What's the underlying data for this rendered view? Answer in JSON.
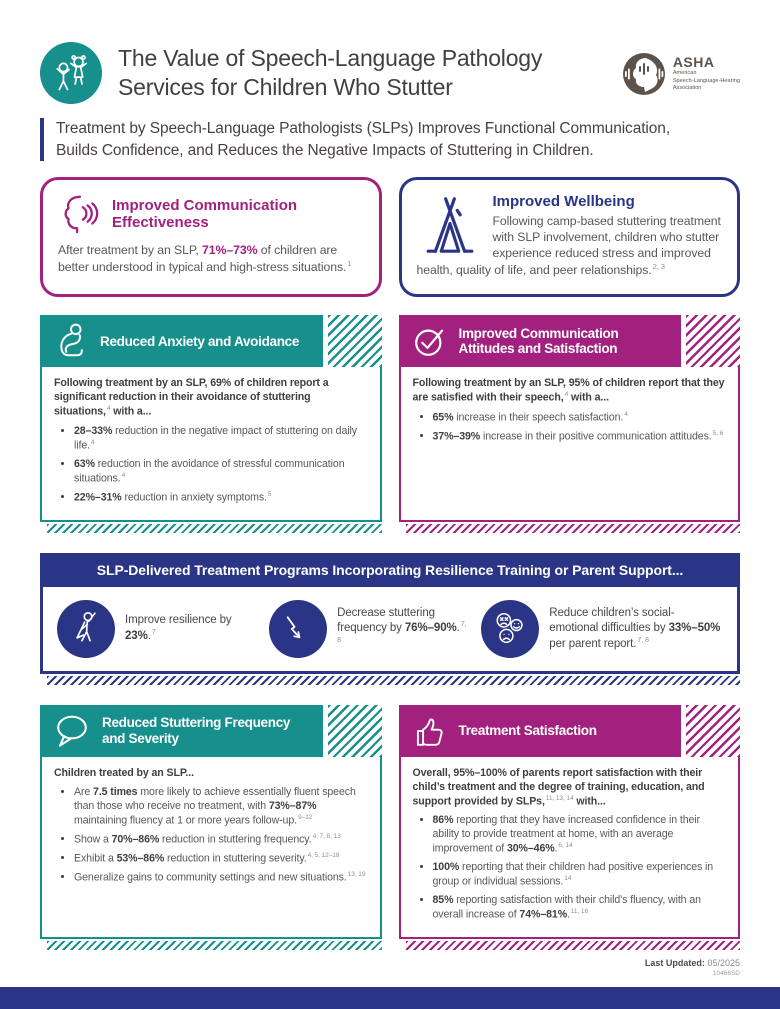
{
  "colors": {
    "teal": "#178f8d",
    "magenta": "#a2217e",
    "navy": "#2b3585",
    "asha_brown": "#5d534b"
  },
  "header": {
    "logo_icon": "children-playing-icon",
    "title": "The Value of Speech-Language Pathology Services for Children Who Stutter",
    "asha": {
      "logo_icon": "asha-profile-icon",
      "acronym": "ASHA",
      "org_lines": [
        "American",
        "Speech-Language-Hearing",
        "Association"
      ]
    }
  },
  "subtitle": "Treatment by Speech-Language Pathologists (SLPs) Improves Functional Communication, Builds Confidence, and Reduces the Negative Impacts of Stuttering in Children.",
  "cards": {
    "communication": {
      "icon": "speaking-face-icon",
      "title_lines": [
        "Improved Communication",
        "Effectiveness"
      ],
      "body": [
        {
          "t": "After treatment by an SLP, "
        },
        {
          "hl": "71%–73%"
        },
        {
          "t": " of children are better understood in typical and high-stress situations."
        },
        {
          "sup": "1"
        }
      ]
    },
    "wellbeing": {
      "icon": "tent-icon",
      "title": "Improved Wellbeing",
      "body": [
        {
          "t": "Following camp-based stuttering treatment with SLP involvement, children who stutter experience reduced stress and improved health, quality of life, and peer relationships."
        },
        {
          "sup": "2, 3"
        }
      ]
    },
    "anxiety": {
      "icon": "person-hugging-knees-icon",
      "title_lines": [
        "Reduced Anxiety and Avoidance"
      ],
      "intro": [
        {
          "b": "Following treatment by an SLP, 69% of children report a significant reduction in their avoidance of stuttering situations,"
        },
        {
          "sup": "4"
        },
        {
          "b": " with a..."
        }
      ],
      "bullets": [
        [
          {
            "b": "28–33%"
          },
          {
            "t": " reduction in the negative impact of stuttering on daily life."
          },
          {
            "sup": "4"
          }
        ],
        [
          {
            "b": "63%"
          },
          {
            "t": " reduction in the avoidance of stressful communication situations."
          },
          {
            "sup": "4"
          }
        ],
        [
          {
            "b": "22%–31%"
          },
          {
            "t": " reduction in anxiety symptoms."
          },
          {
            "sup": "5"
          }
        ]
      ]
    },
    "attitudes": {
      "icon": "check-circle-icon",
      "title_lines": [
        "Improved Communication",
        "Attitudes and Satisfaction"
      ],
      "intro": [
        {
          "b": "Following treatment by an SLP, 95% of children report that they are satisfied with their speech,"
        },
        {
          "sup": "4"
        },
        {
          "b": " with a..."
        }
      ],
      "bullets": [
        [
          {
            "b": "65%"
          },
          {
            "t": " increase in their speech satisfaction."
          },
          {
            "sup": "4"
          }
        ],
        [
          {
            "b": "37%–39%"
          },
          {
            "t": " increase in their positive communication attitudes."
          },
          {
            "sup": "5, 6"
          }
        ]
      ]
    },
    "frequency": {
      "icon": "speech-bubble-icon",
      "title_lines": [
        "Reduced Stuttering Frequency",
        "and Severity"
      ],
      "intro": [
        {
          "b": "Children treated by an SLP..."
        }
      ],
      "bullets": [
        [
          {
            "t": "Are "
          },
          {
            "b": "7.5 times"
          },
          {
            "t": " more likely to achieve essentially fluent speech than those who receive no treatment, with "
          },
          {
            "b": "73%–87%"
          },
          {
            "t": " maintaining fluency at 1 or more years follow-up."
          },
          {
            "sup": "9–12"
          }
        ],
        [
          {
            "t": "Show a "
          },
          {
            "b": "70%–86%"
          },
          {
            "t": " reduction in stuttering frequency."
          },
          {
            "sup": "4, 7, 8, 13"
          }
        ],
        [
          {
            "t": "Exhibit a "
          },
          {
            "b": "53%–86%"
          },
          {
            "t": " reduction in stuttering severity."
          },
          {
            "sup": "4, 5, 12–18"
          }
        ],
        [
          {
            "t": "Generalize gains to community settings and new situations."
          },
          {
            "sup": "13, 19"
          }
        ]
      ]
    },
    "satisfaction": {
      "icon": "thumbs-up-icon",
      "title_lines": [
        "Treatment Satisfaction"
      ],
      "intro": [
        {
          "b": "Overall, 95%–100% of parents report satisfaction with their child’s treatment and the degree of training, education, and support provided by SLPs,"
        },
        {
          "sup": "11, 13, 14"
        },
        {
          "b": " with..."
        }
      ],
      "bullets": [
        [
          {
            "b": "86%"
          },
          {
            "t": " reporting that they have increased confidence in their ability to provide treatment at home, with an average improvement of "
          },
          {
            "b": "30%–46%"
          },
          {
            "t": "."
          },
          {
            "sup": "6, 14"
          }
        ],
        [
          {
            "b": "100%"
          },
          {
            "t": " reporting that their children had positive experiences in group or individual sessions."
          },
          {
            "sup": "14"
          }
        ],
        [
          {
            "b": "85%"
          },
          {
            "t": " reporting satisfaction with their child’s fluency, with an overall increase of "
          },
          {
            "b": "74%–81%"
          },
          {
            "t": "."
          },
          {
            "sup": "11, 16"
          }
        ]
      ]
    }
  },
  "banner": {
    "title": "SLP-Delivered Treatment Programs Incorporating Resilience Training or Parent Support...",
    "items": [
      {
        "icon": "superhero-child-icon",
        "text": [
          {
            "t": "Improve resilience by "
          },
          {
            "b": "23%"
          },
          {
            "t": "."
          },
          {
            "sup": "7"
          }
        ]
      },
      {
        "icon": "downward-trend-arrow-icon",
        "text": [
          {
            "t": "Decrease stuttering frequency by "
          },
          {
            "b": "76%–90%"
          },
          {
            "t": "."
          },
          {
            "sup": "7, 8"
          }
        ]
      },
      {
        "icon": "emotion-faces-icon",
        "text": [
          {
            "t": "Reduce children’s social-emotional difficulties by "
          },
          {
            "b": "33%–50%"
          },
          {
            "t": " per parent report."
          },
          {
            "sup": "7, 8"
          }
        ]
      }
    ]
  },
  "footer": {
    "label": "Last Updated:",
    "date": "05/2025",
    "doc_code": "10466SD"
  }
}
